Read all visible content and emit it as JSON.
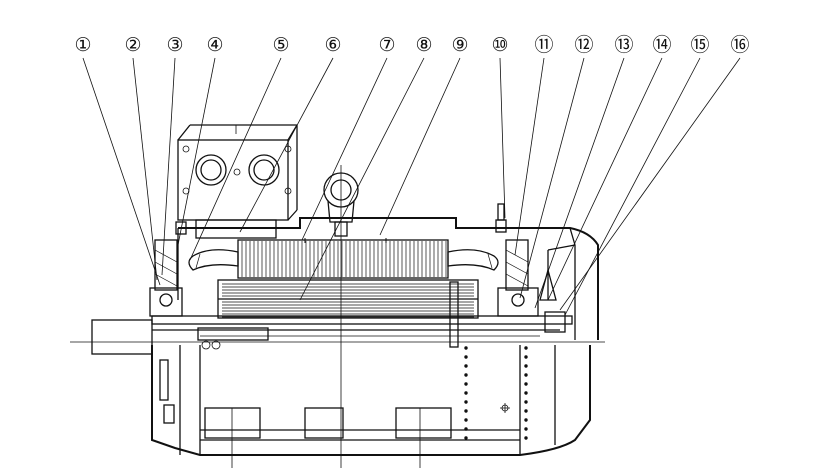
{
  "drawing": {
    "callouts": [
      "1",
      "2",
      "3",
      "4",
      "5",
      "6",
      "7",
      "8",
      "9",
      "10",
      "11",
      "12",
      "13",
      "14",
      "15",
      "16"
    ],
    "circled_glyphs": [
      "①",
      "②",
      "③",
      "④",
      "⑤",
      "⑥",
      "⑦",
      "⑧",
      "⑨",
      "⑩",
      "⑪",
      "⑫",
      "⑬",
      "⑭",
      "⑮",
      "⑯"
    ]
  }
}
